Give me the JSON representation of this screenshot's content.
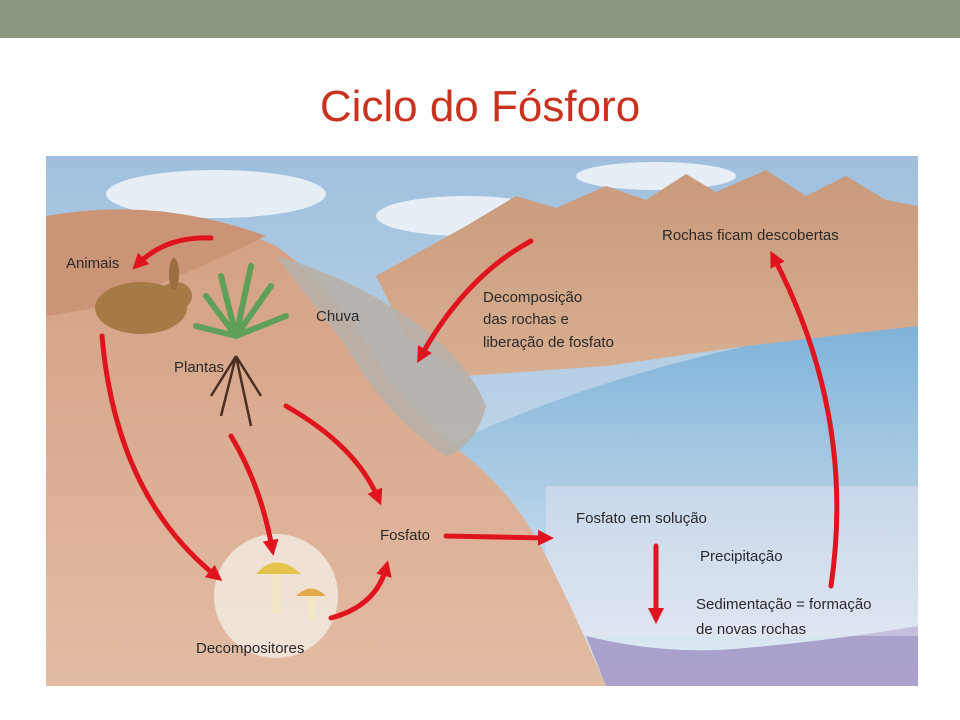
{
  "slide": {
    "title": "Ciclo do Fósforo"
  },
  "diagram": {
    "labels": {
      "animais": "Animais",
      "chuva": "Chuva",
      "plantas": "Plantas",
      "decomposicao_1": "Decomposição",
      "decomposicao_2": "das rochas e",
      "decomposicao_3": "liberação de fosfato",
      "rochas": "Rochas ficam descobertas",
      "fosfato": "Fosfato",
      "fosfato_solucao": "Fosfato em solução",
      "precipitacao": "Precipitação",
      "sedimentacao_1": "Sedimentação = formação",
      "sedimentacao_2": "de novas rochas",
      "decompositores": "Decompositores"
    },
    "colors": {
      "arrow": "#e0141e",
      "sky": "#bcd3e6",
      "land": "#d9a98a",
      "water": "#b8d6ea",
      "title": "#c8321e",
      "header_bar": "#8b9683"
    }
  }
}
